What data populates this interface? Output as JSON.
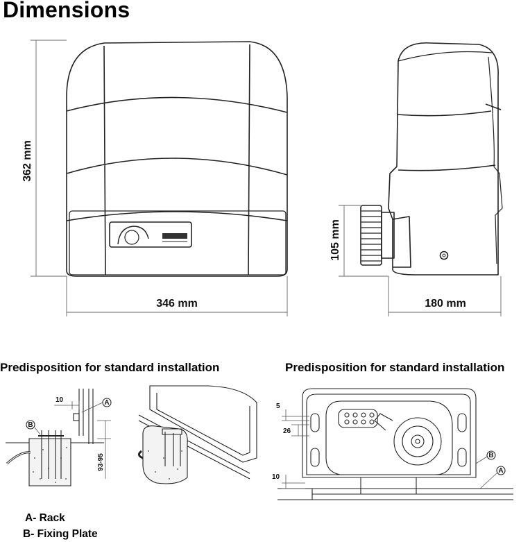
{
  "title": "Dimensions",
  "dimensions": {
    "height": "362 mm",
    "width": "346 mm",
    "depth": "180 mm",
    "base_height": "105 mm"
  },
  "installation_left": {
    "heading": "Predisposition for standard installation",
    "dim_top": "10",
    "dim_side": "93-95",
    "label_a": "A",
    "label_b": "B"
  },
  "installation_right": {
    "heading": "Predisposition for standard installation",
    "dim_5": "5",
    "dim_26": "26",
    "dim_10": "10",
    "label_a": "A",
    "label_b": "B"
  },
  "legend": {
    "a": "A- Rack",
    "b": "B- Fixing Plate"
  }
}
